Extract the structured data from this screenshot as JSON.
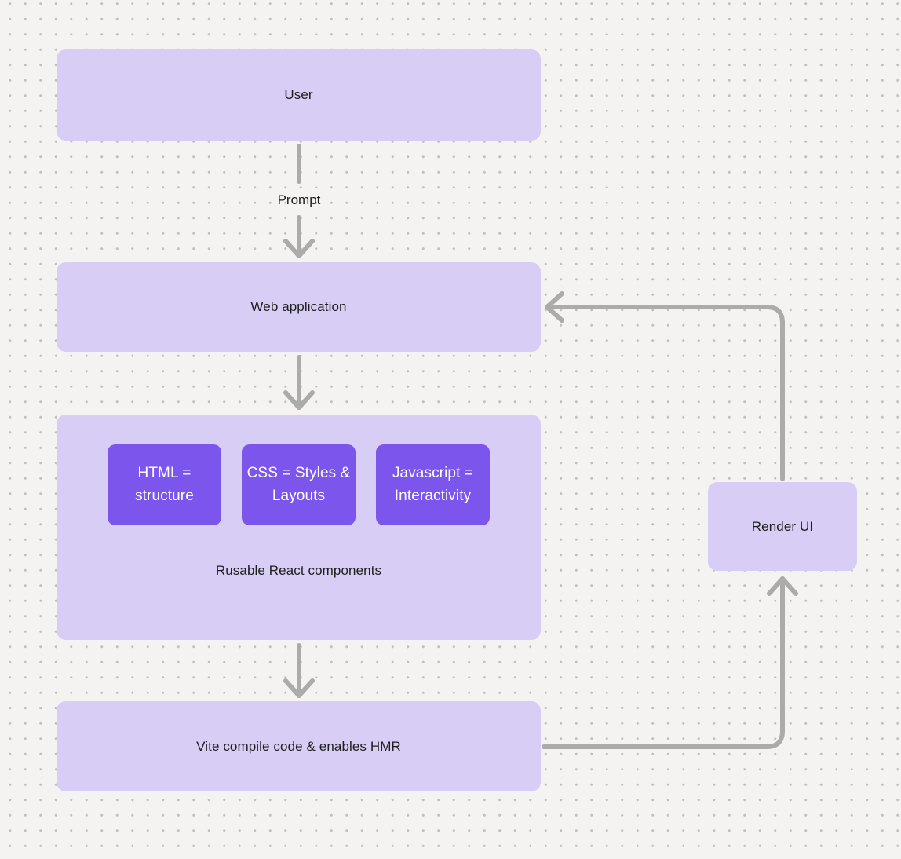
{
  "colors": {
    "background": "#f4f3f2",
    "dot": "#c2c1bf",
    "node_fill": "#d8cdf4",
    "node_fill_accent": "#7b55ec",
    "arrow": "#ababab",
    "text_dark": "#1e1e1e",
    "text_light": "#ffffff"
  },
  "nodes": {
    "user": {
      "label": "User"
    },
    "web_application": {
      "label": "Web application"
    },
    "components_group": {
      "label": "Rusable React components",
      "children": [
        {
          "label": "HTML = structure"
        },
        {
          "label": "CSS = Styles & Layouts"
        },
        {
          "label": "Javascript = Interactivity"
        }
      ]
    },
    "vite": {
      "label": "Vite compile code & enables HMR"
    },
    "render_ui": {
      "label": "Render UI"
    }
  },
  "edges": {
    "prompt_label": "Prompt"
  }
}
